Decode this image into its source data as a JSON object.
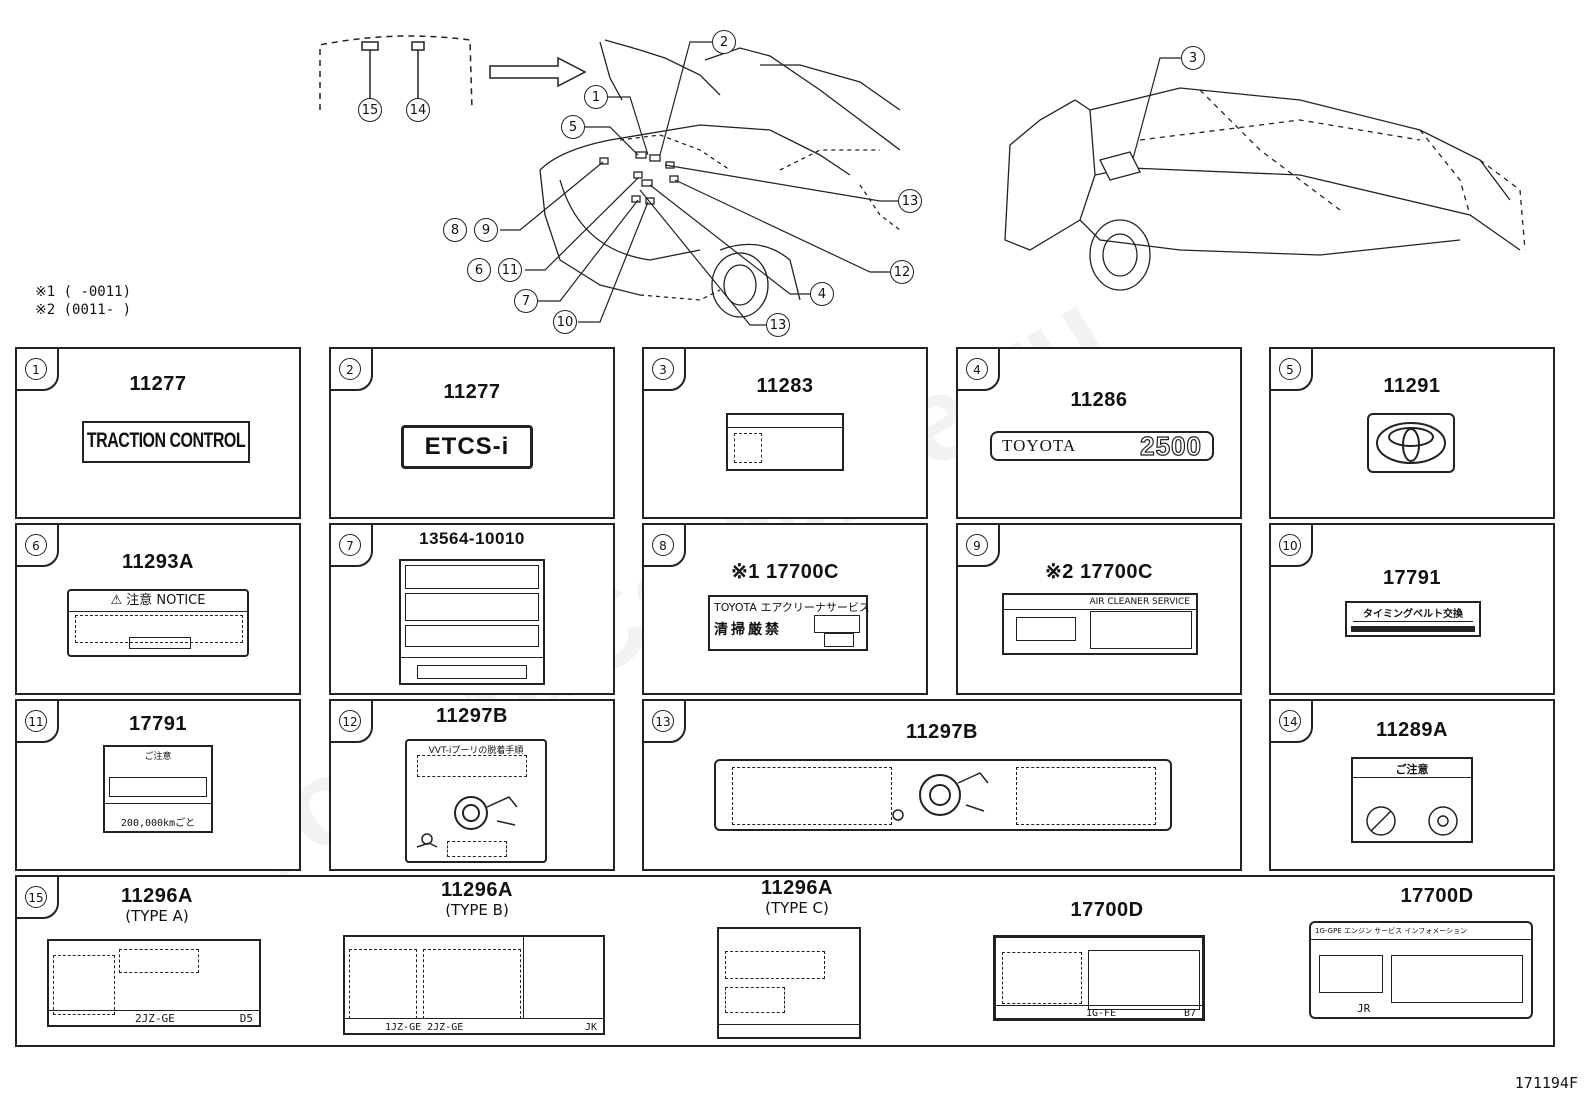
{
  "notes": {
    "n1": "※1 (     -0011)",
    "n2": "※2 (0011-     )"
  },
  "callouts": {
    "c1": "1",
    "c2": "2",
    "c3": "3",
    "c4": "4",
    "c5": "5",
    "c6": "6",
    "c7": "7",
    "c8": "8",
    "c9": "9",
    "c10": "10",
    "c11": "11",
    "c12": "12",
    "c13a": "13",
    "c13b": "13",
    "c14": "14",
    "c15": "15"
  },
  "cells": [
    {
      "num": "1",
      "part": "11277",
      "label_text": "TRACTION CONTROL"
    },
    {
      "num": "2",
      "part": "11277",
      "label_text": "ETCS-i"
    },
    {
      "num": "3",
      "part": "11283"
    },
    {
      "num": "4",
      "part": "11286",
      "label_text": "TOYOTA",
      "label_text2": "2500"
    },
    {
      "num": "5",
      "part": "11291"
    },
    {
      "num": "6",
      "part": "11293A",
      "label_text": "⚠ 注意  NOTICE"
    },
    {
      "num": "7",
      "part": "13564-10010"
    },
    {
      "num": "8",
      "part": "※1 17700C",
      "label_text": "TOYOTA エアクリーナサービス",
      "label_text2": "清掃厳禁"
    },
    {
      "num": "9",
      "part": "※2 17700C",
      "label_text": "AIR CLEANER SERVICE"
    },
    {
      "num": "10",
      "part": "17791",
      "label_text": "タイミングベルト交換"
    },
    {
      "num": "11",
      "part": "17791",
      "label_text": "ご注意",
      "label_text2": "200,000kmごと"
    },
    {
      "num": "12",
      "part": "11297B",
      "label_text": "VVT-iプーリの脱着手順"
    },
    {
      "num": "13",
      "part": "11297B"
    },
    {
      "num": "14",
      "part": "11289A",
      "label_text": "ご注意"
    },
    {
      "num": "15"
    }
  ],
  "row15": [
    {
      "part": "11296A",
      "sub": "(TYPE A)",
      "code": "2JZ-GE",
      "code2": "D5"
    },
    {
      "part": "11296A",
      "sub": "(TYPE B)",
      "code": "1JZ-GE  2JZ-GE",
      "code2": "JK"
    },
    {
      "part": "11296A",
      "sub": "(TYPE C)"
    },
    {
      "part": "17700D",
      "code": "1G-FE",
      "code2": "B7"
    },
    {
      "part": "17700D",
      "label_text": "1G-GPE エンジン サービス インフォメーション",
      "code2": "JR"
    }
  ],
  "figure_id": "171194F",
  "watermark": "ToyotaCarMine.ru",
  "colors": {
    "ink": "#222222",
    "paper": "#ffffff"
  },
  "icons": [
    "arrow-right-icon",
    "car-engine-bay-drawing",
    "car-rear-drawing",
    "toyota-emblem-icon",
    "warning-triangle-icon"
  ]
}
